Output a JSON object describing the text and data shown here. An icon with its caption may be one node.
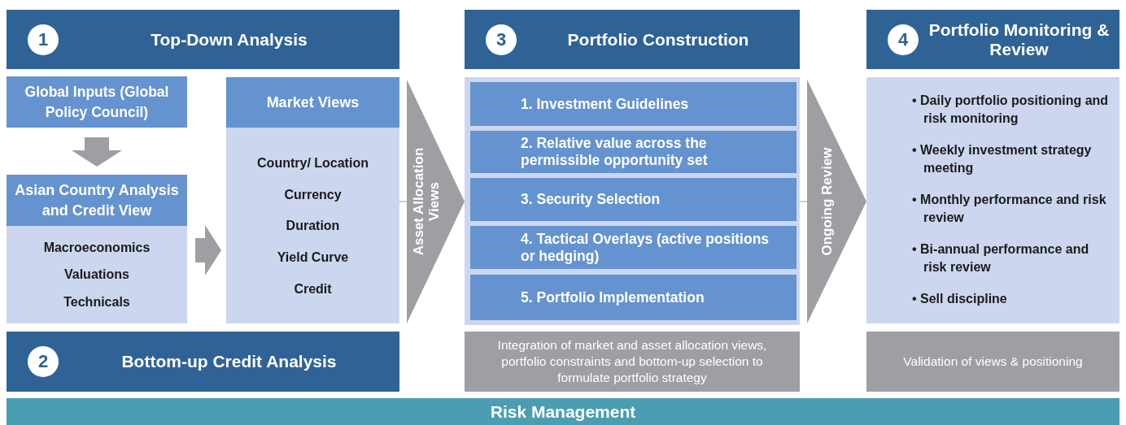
{
  "diagram": {
    "nodes": [
      {
        "text": [
          "1",
          "Top-Down Analysis"
        ]
      },
      {
        "text": [
          "Global Inputs (Global Policy Council)"
        ]
      },
      {
        "text": [
          "Asian Country Analysis and Credit View",
          "Macroeconomics",
          "Valuations",
          "Technicals"
        ]
      },
      {
        "text": [
          "Market Views",
          "Country/ Location",
          "Currency",
          "Duration",
          "Yield Curve",
          "Credit"
        ]
      },
      {
        "text": [
          "3",
          "Portfolio Construction"
        ]
      },
      {
        "text": [],
        "shape": "box"
      },
      {
        "text": [
          "1. Investment Guidelines"
        ],
        "in": 5
      },
      {
        "text": [
          "2. Relative value across the permissible opportunity set"
        ],
        "in": 5
      },
      {
        "text": [
          "3. Security Selection"
        ],
        "in": 5
      },
      {
        "text": [
          "4. Tactical Overlays (active positions or hedging)"
        ],
        "in": 5
      },
      {
        "text": [
          "5. Portfolio Implementation"
        ],
        "in": 5
      },
      {
        "text": [
          "4",
          "Portfolio Monitoring & Review"
        ]
      },
      {
        "text": [
          "• Daily portfolio positioning and risk monitoring",
          "• Weekly investment strategy meeting",
          "• Monthly performance and risk review",
          "• Bi-annual performance and risk review",
          "• Sell discipline"
        ]
      },
      {
        "text": [
          "2",
          "Bottom-up Credit Analysis"
        ]
      },
      {
        "text": [
          "Integration of market and asset allocation views, portfolio constraints and bottom-up selection to formulate portfolio strategy"
        ]
      },
      {
        "text": [
          "Validation of views & positioning"
        ]
      },
      {
        "text": [
          "Risk Management"
        ]
      }
    ],
    "edges": [
      {
        "from": 1,
        "to": 2,
        "arrow": "to",
        "style": "thick"
      },
      {
        "from": 2,
        "to": 3,
        "arrow": "to",
        "style": "thick"
      },
      {
        "from": 3,
        "to": 5,
        "arrow": "to",
        "label": "Asset Allocation Views"
      },
      {
        "from": 5,
        "to": 12,
        "arrow": "to",
        "label": "Ongoing Review"
      }
    ]
  }
}
